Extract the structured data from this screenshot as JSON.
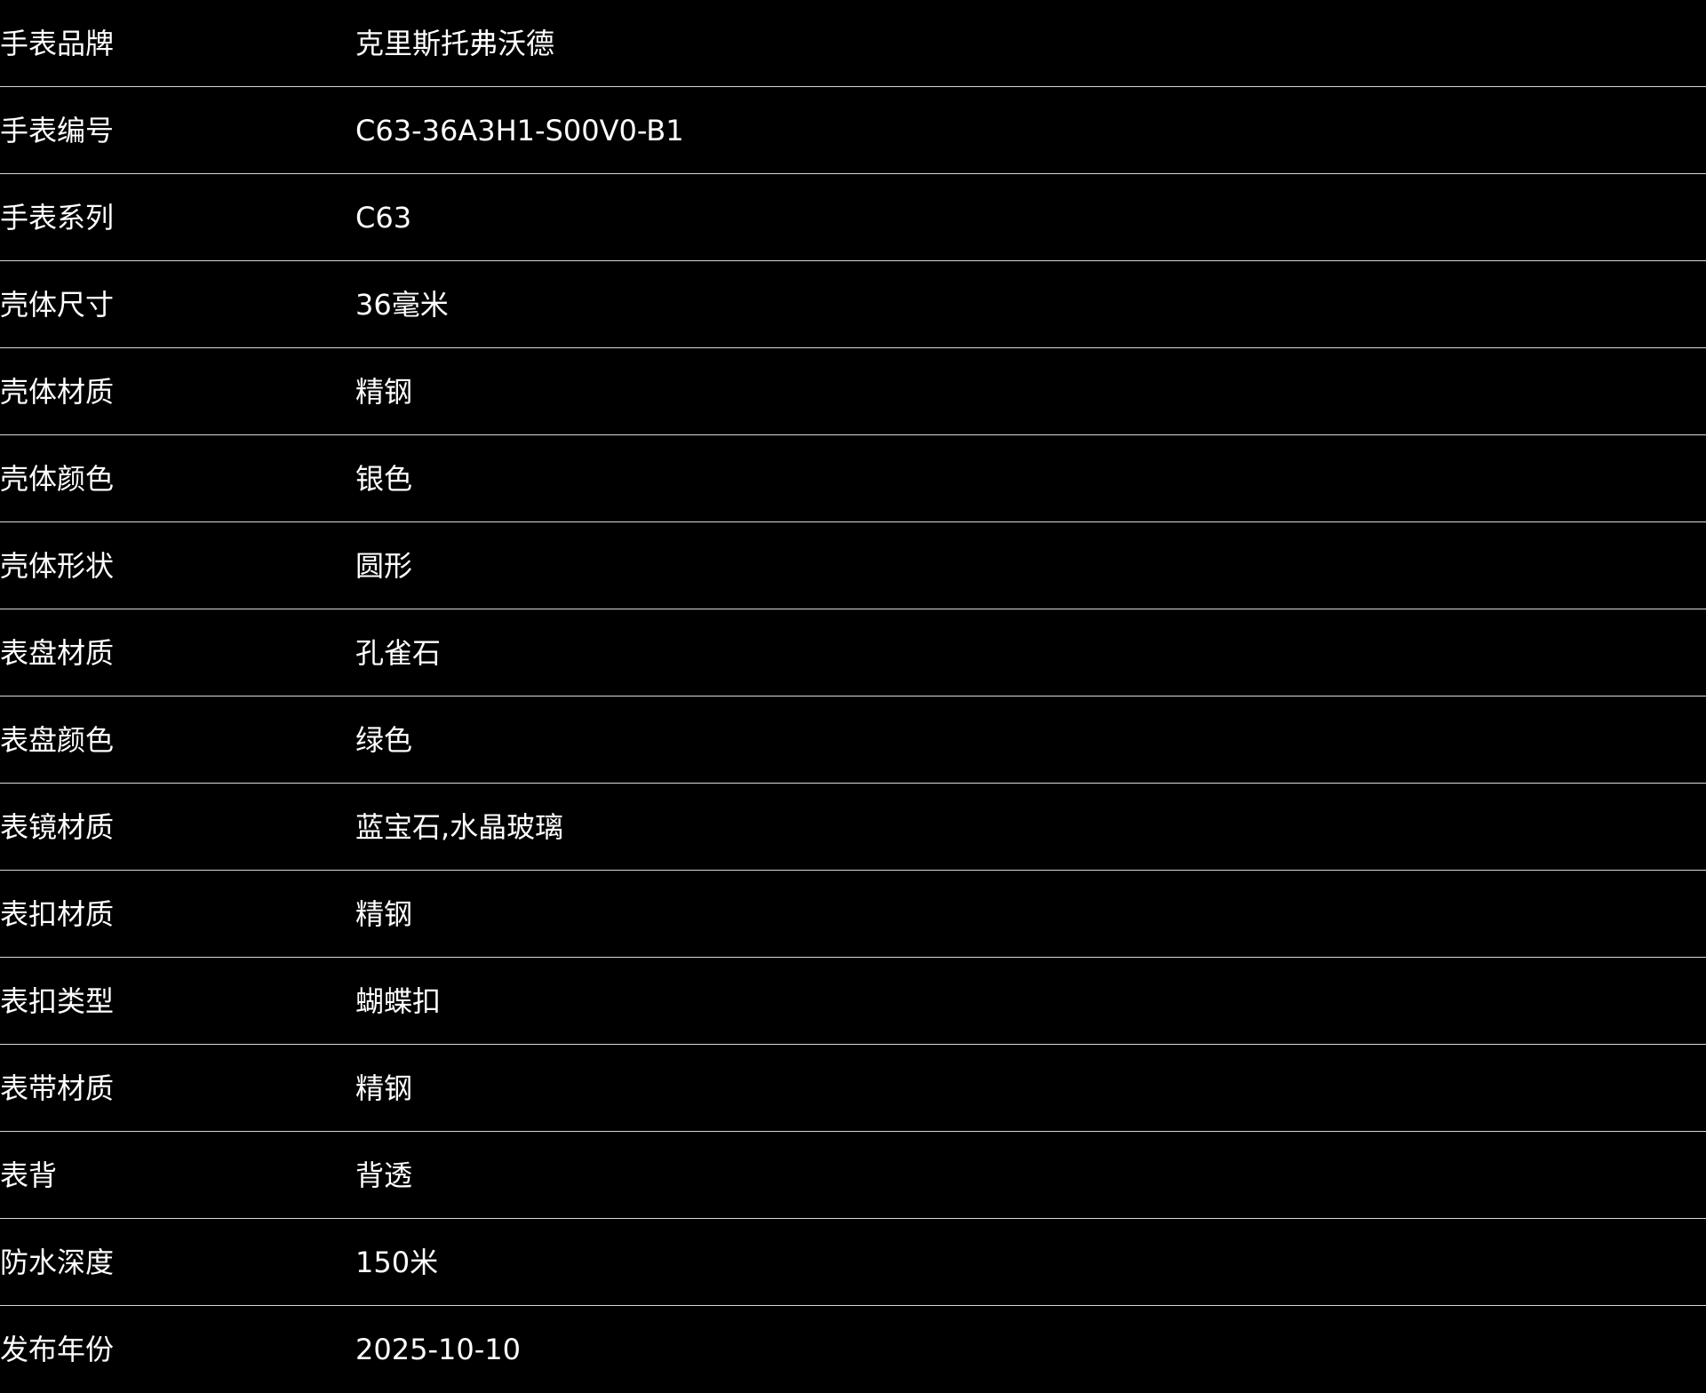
{
  "specs": [
    {
      "label": "手表品牌",
      "value": "克里斯托弗沃德"
    },
    {
      "label": "手表编号",
      "value": "C63-36A3H1-S00V0-B1"
    },
    {
      "label": "手表系列",
      "value": "C63"
    },
    {
      "label": "壳体尺寸",
      "value": "36毫米"
    },
    {
      "label": "壳体材质",
      "value": "精钢"
    },
    {
      "label": "壳体颜色",
      "value": "银色"
    },
    {
      "label": "壳体形状",
      "value": "圆形"
    },
    {
      "label": "表盘材质",
      "value": "孔雀石"
    },
    {
      "label": "表盘颜色",
      "value": "绿色"
    },
    {
      "label": "表镜材质",
      "value": "蓝宝石,水晶玻璃"
    },
    {
      "label": "表扣材质",
      "value": "精钢"
    },
    {
      "label": "表扣类型",
      "value": "蝴蝶扣"
    },
    {
      "label": "表带材质",
      "value": "精钢"
    },
    {
      "label": "表背",
      "value": "背透"
    },
    {
      "label": "防水深度",
      "value": "150米"
    },
    {
      "label": "发布年份",
      "value": "2025-10-10"
    }
  ],
  "colors": {
    "background": "#000000",
    "text": "#ffffff",
    "divider": "#d8d8d8"
  }
}
